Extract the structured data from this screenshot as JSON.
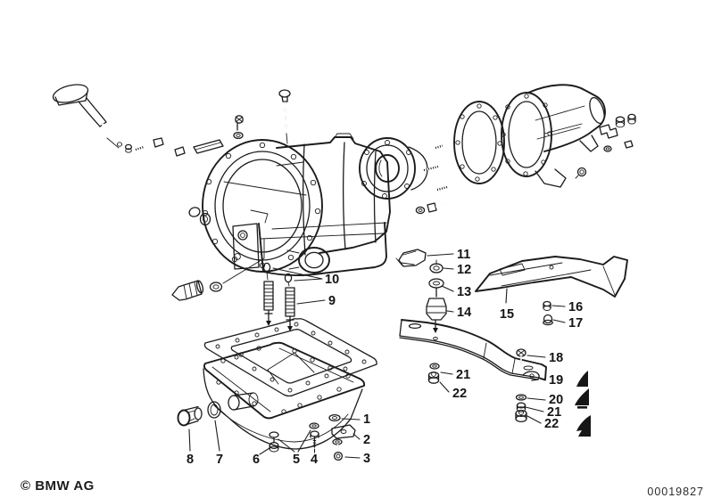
{
  "document": {
    "copyright": "© BMW AG",
    "image_number": "00019827"
  },
  "colors": {
    "paper": "#ffffff",
    "ink": "#1c1c1c"
  },
  "callouts": {
    "c1": "1",
    "c2": "2",
    "c3": "3",
    "c4": "4",
    "c5": "5",
    "c6": "6",
    "c7": "7",
    "c8": "8",
    "c9": "9",
    "c10": "10",
    "c11": "11",
    "c12": "12",
    "c13": "13",
    "c14": "14",
    "c15": "15",
    "c16": "16",
    "c17": "17",
    "c18": "18",
    "c19": "19",
    "c20": "20",
    "c21": "21",
    "c22": "22"
  }
}
